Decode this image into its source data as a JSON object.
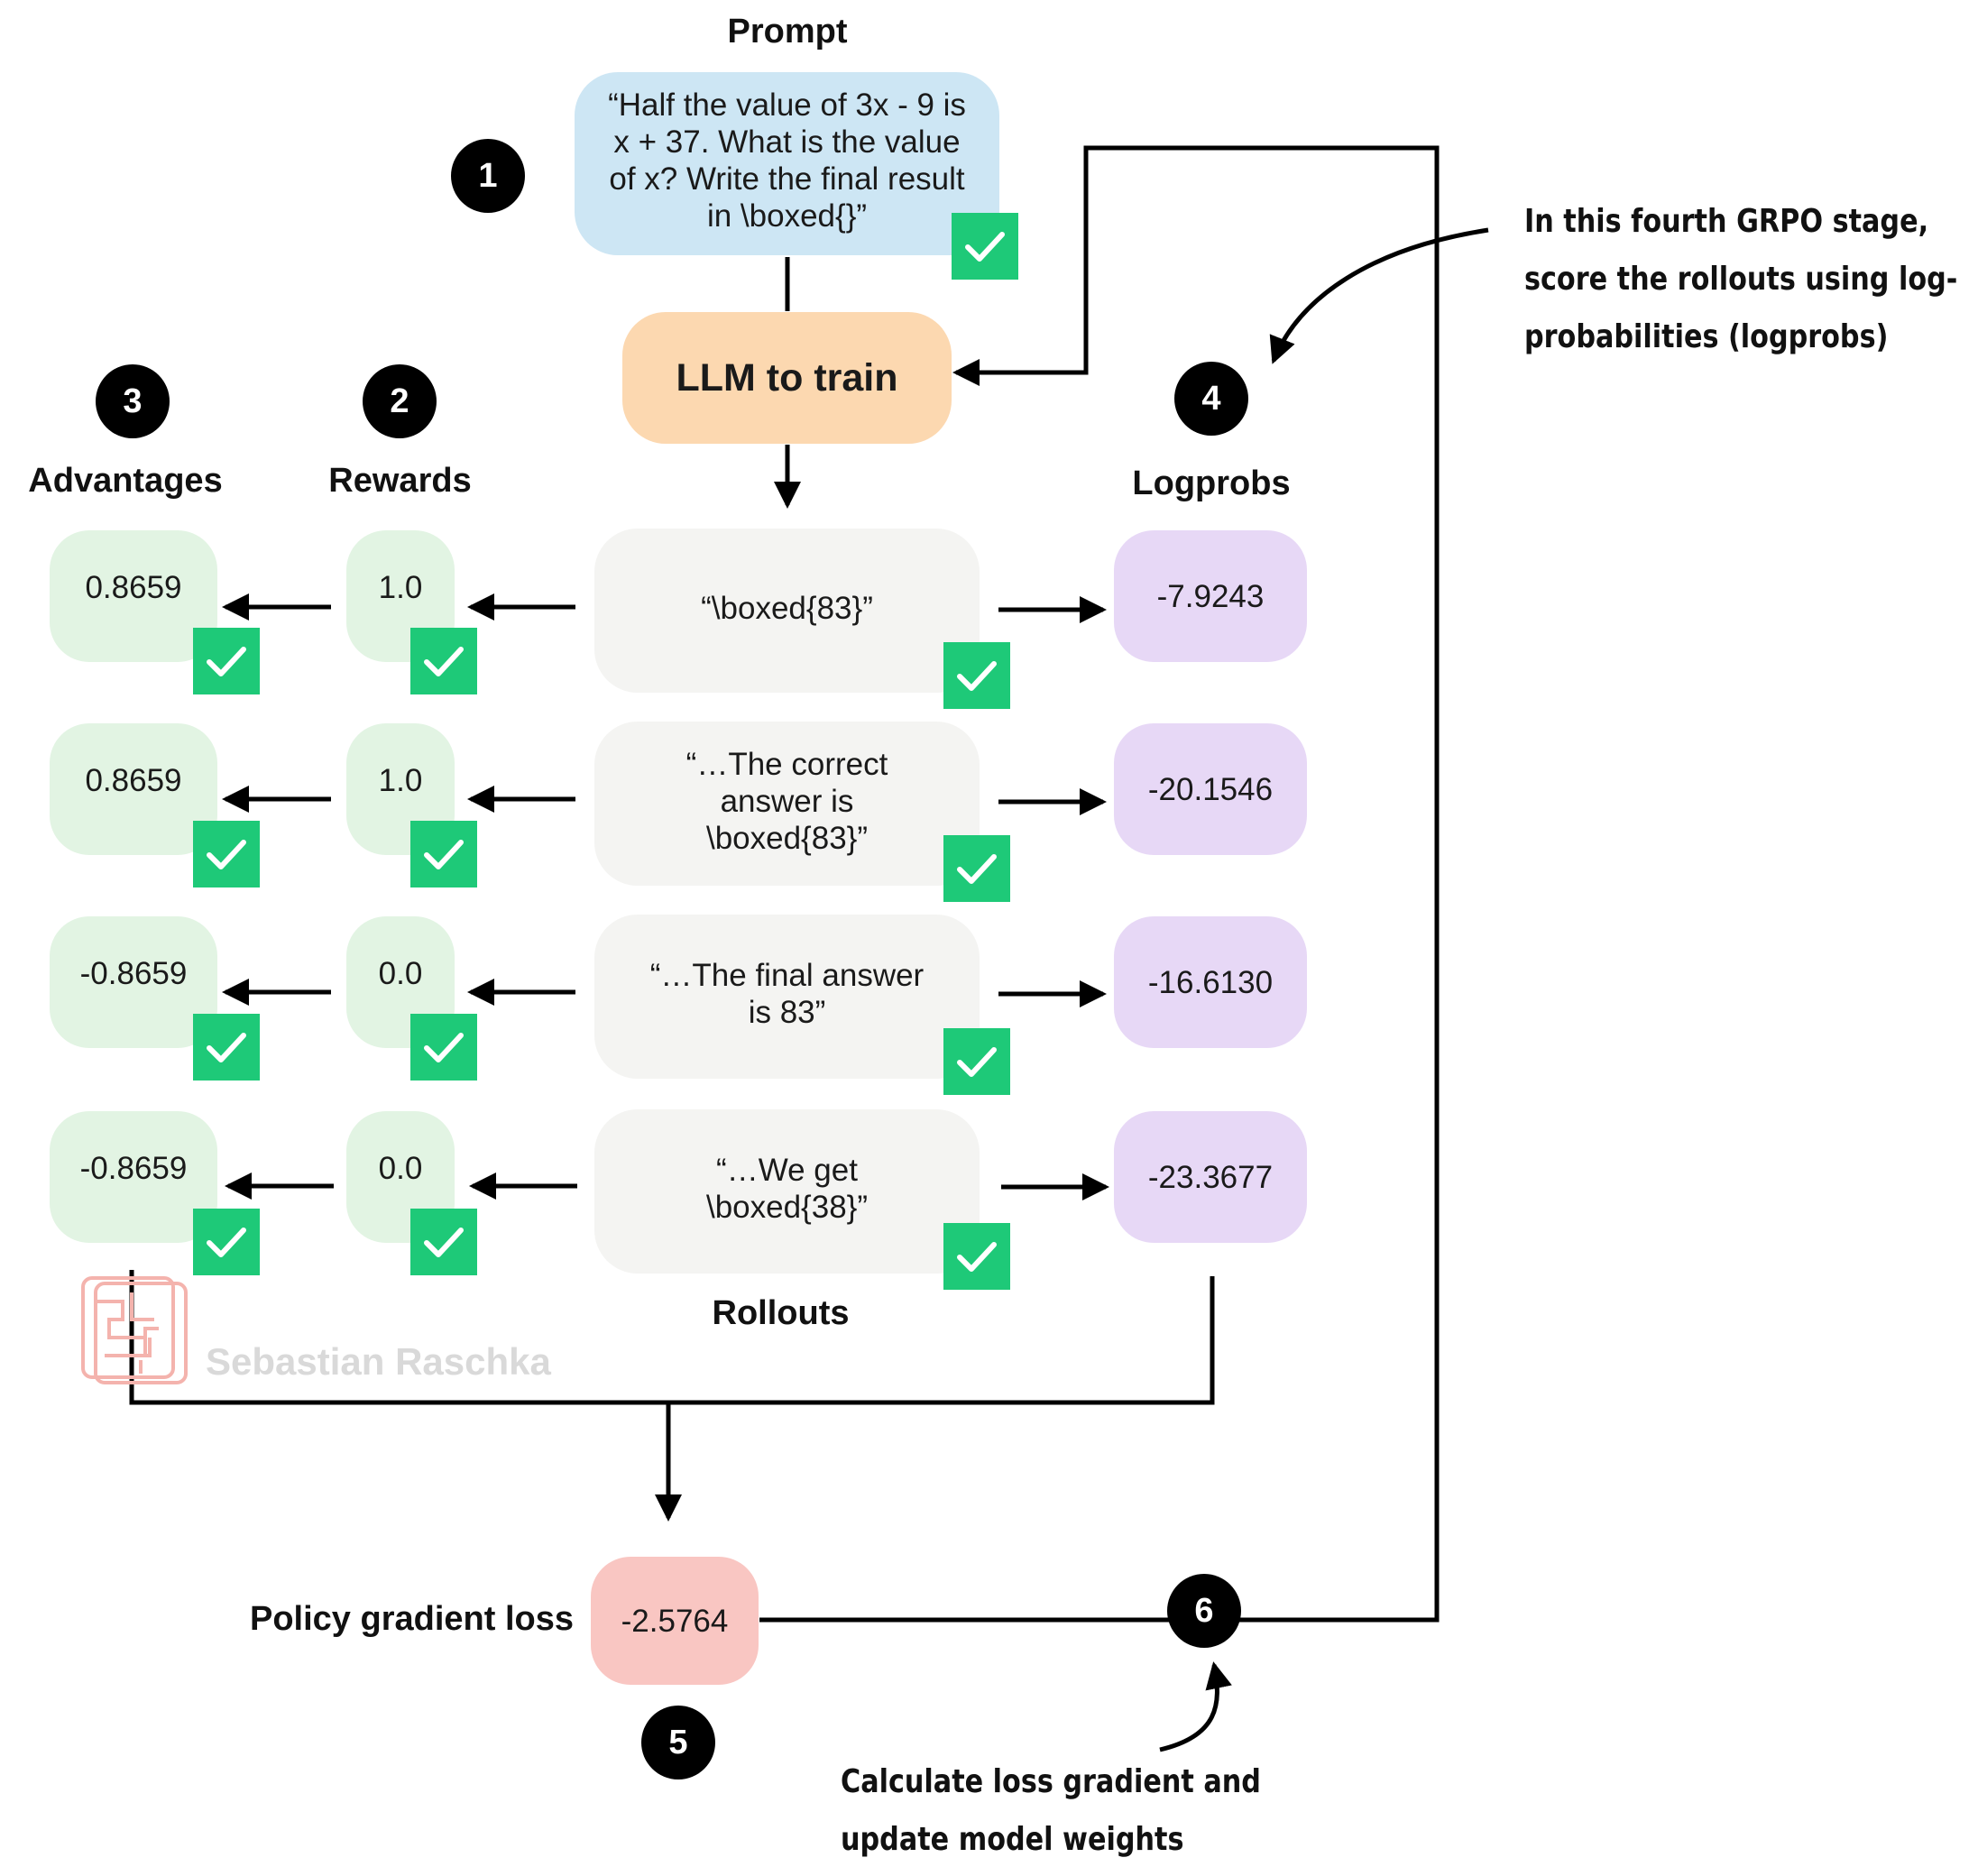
{
  "headers": {
    "prompt": "Prompt",
    "advantages": "Advantages",
    "rewards": "Rewards",
    "logprobs": "Logprobs",
    "rollouts": "Rollouts",
    "policy_gradient_loss": "Policy gradient loss"
  },
  "prompt_text": "“Half the value of 3x - 9 is  x + 37. What is the value of x? Write the final result in \\boxed{}”",
  "llm_label": "LLM to train",
  "rows": [
    {
      "advantage": "0.8659",
      "reward": "1.0",
      "rollout": "“\\boxed{83}”",
      "logprob": "-7.9243"
    },
    {
      "advantage": "0.8659",
      "reward": "1.0",
      "rollout": "“…The correct answer is \\boxed{83}”",
      "logprob": "-20.1546"
    },
    {
      "advantage": "-0.8659",
      "reward": "0.0",
      "rollout": "“…The final answer is 83”",
      "logprob": "-16.6130"
    },
    {
      "advantage": "-0.8659",
      "reward": "0.0",
      "rollout": "“…We get \\boxed{38}”",
      "logprob": "-23.3677"
    }
  ],
  "loss_value": "-2.5764",
  "steps": {
    "s1": "1",
    "s2": "2",
    "s3": "3",
    "s4": "4",
    "s5": "5",
    "s6": "6"
  },
  "annotations": {
    "stage4_line1": "In this fourth GRPO stage,",
    "stage4_line2": "score the rollouts using log-",
    "stage4_line3": "probabilities (logprobs)",
    "update_line1": "Calculate loss gradient and",
    "update_line2": "update model weights"
  },
  "watermark": "Sebastian Raschka",
  "colors": {
    "prompt_fill": "#cde6f4",
    "llm_fill": "#fcd8b0",
    "green_fill": "#e2f4e3",
    "rollout_fill": "#f4f4f2",
    "logprob_fill": "#e7d8f6",
    "loss_fill": "#f9c6c2",
    "check_fill": "#1ec978",
    "badge_fill": "#000000"
  },
  "icons": [
    "checkmark-icon",
    "seal-logo-icon",
    "arrow-icon"
  ]
}
